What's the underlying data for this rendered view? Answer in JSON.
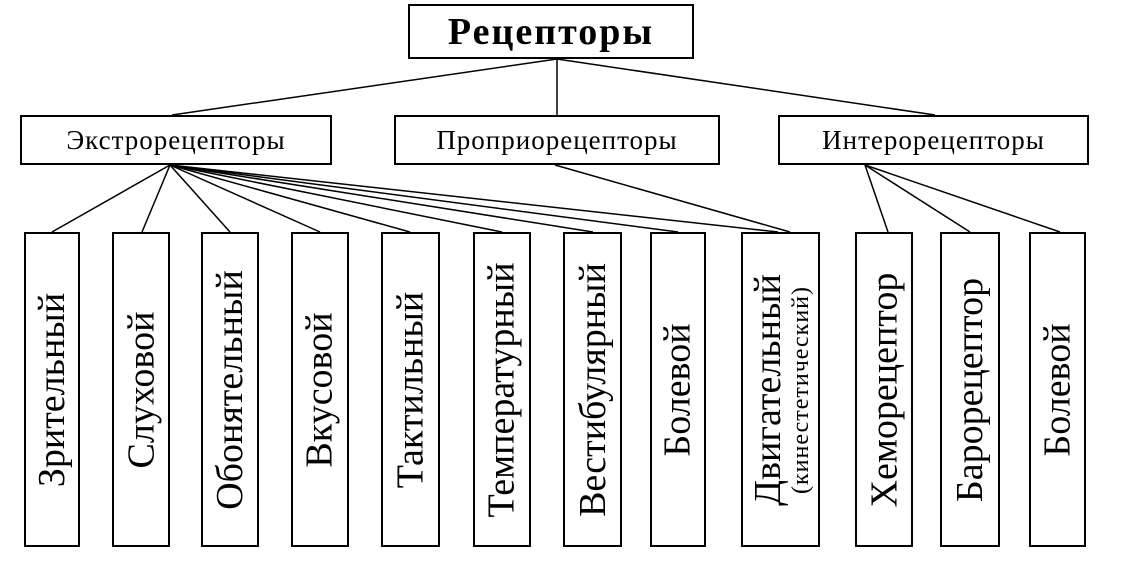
{
  "root": {
    "label": "Рецепторы"
  },
  "categories": [
    {
      "id": "extero",
      "label": "Экстрорецепторы"
    },
    {
      "id": "proprio",
      "label": "Проприорецепторы"
    },
    {
      "id": "intero",
      "label": "Интерорецепторы"
    }
  ],
  "leaves": [
    {
      "label": "Зрительный",
      "sublabel": ""
    },
    {
      "label": "Слуховой",
      "sublabel": ""
    },
    {
      "label": "Обонятельный",
      "sublabel": ""
    },
    {
      "label": "Вкусовой",
      "sublabel": ""
    },
    {
      "label": "Тактильный",
      "sublabel": ""
    },
    {
      "label": "Температурный",
      "sublabel": ""
    },
    {
      "label": "Вестибулярный",
      "sublabel": ""
    },
    {
      "label": "Болевой",
      "sublabel": ""
    },
    {
      "label": "Двигательный",
      "sublabel": "(кинестетический)"
    },
    {
      "label": "Хеморецептор",
      "sublabel": ""
    },
    {
      "label": "Барорецептор",
      "sublabel": ""
    },
    {
      "label": "Болевой",
      "sublabel": ""
    }
  ],
  "colors": {
    "line": "#000000",
    "box_border": "#000000",
    "background": "#ffffff",
    "text": "#000000"
  }
}
